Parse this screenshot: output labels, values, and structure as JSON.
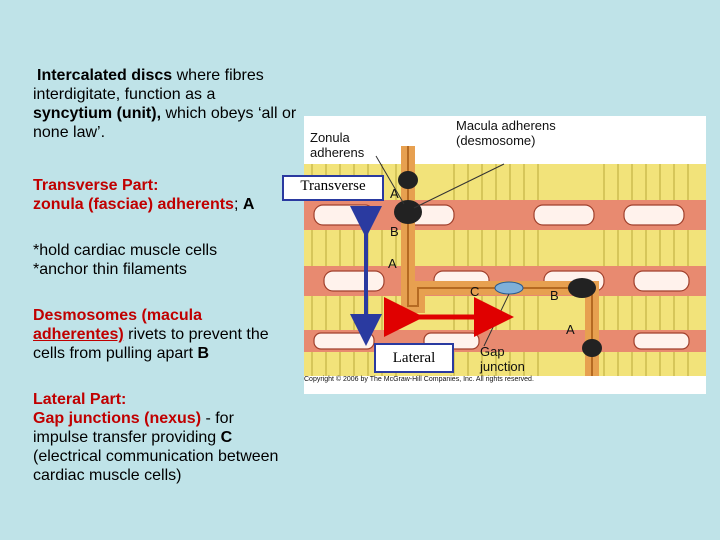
{
  "text": {
    "intro": {
      "p1": "Intercalated discs",
      "p2": " where fibres interdigitate, function as a ",
      "p3": "syncytium (unit),",
      "p4": " which   obeys ‘all or none law’."
    },
    "transverse": {
      "heading": "Transverse Part:",
      "l2a": "zonula (fasciae) adherents",
      "l2b": "; ",
      "l2c": "A"
    },
    "hold": {
      "l1": "*hold cardiac muscle cells",
      "l2": "*anchor thin filaments"
    },
    "desmo": {
      "a": "Desmosomes (macula",
      "b": "adherentes)",
      "c": " rivets to prevent the cells from pulling apart  ",
      "d": "B"
    },
    "lateral": {
      "heading": "Lateral Part:",
      "b": "Gap junctions (nexus)",
      "c": " - for impulse transfer providing   ",
      "d": "C",
      "e": " (electrical communication between cardiac muscle cells)"
    }
  },
  "figure": {
    "zonula": "Zonula adherens",
    "macula": "Macula adherens (desmosome)",
    "gap": "Gap junction",
    "letters": [
      "A",
      "B",
      "A",
      "C",
      "B",
      "A"
    ],
    "copyright": "Copyright © 2006 by The McGraw-Hill Companies, Inc. All rights reserved."
  },
  "overlay": {
    "transverse": "Transverse",
    "lateral": "Lateral"
  },
  "colors": {
    "background": "#bfe3e8",
    "red_text": "#c00000",
    "arrow_blue": "#2a3aa0",
    "arrow_red": "#e00000",
    "cell_yellow": "#f2e37a",
    "band_pink": "#e88a70"
  }
}
